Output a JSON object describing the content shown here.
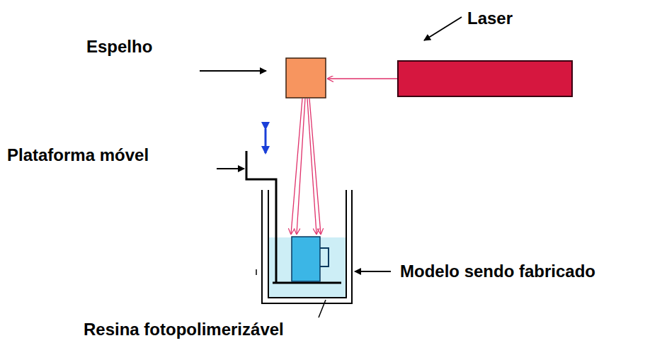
{
  "diagram": {
    "labels": [
      "Laser",
      "Espelho",
      "Plataforma móvel",
      "Modelo sendo fabricado",
      "Resina fotopolimerizável"
    ]
  }
}
